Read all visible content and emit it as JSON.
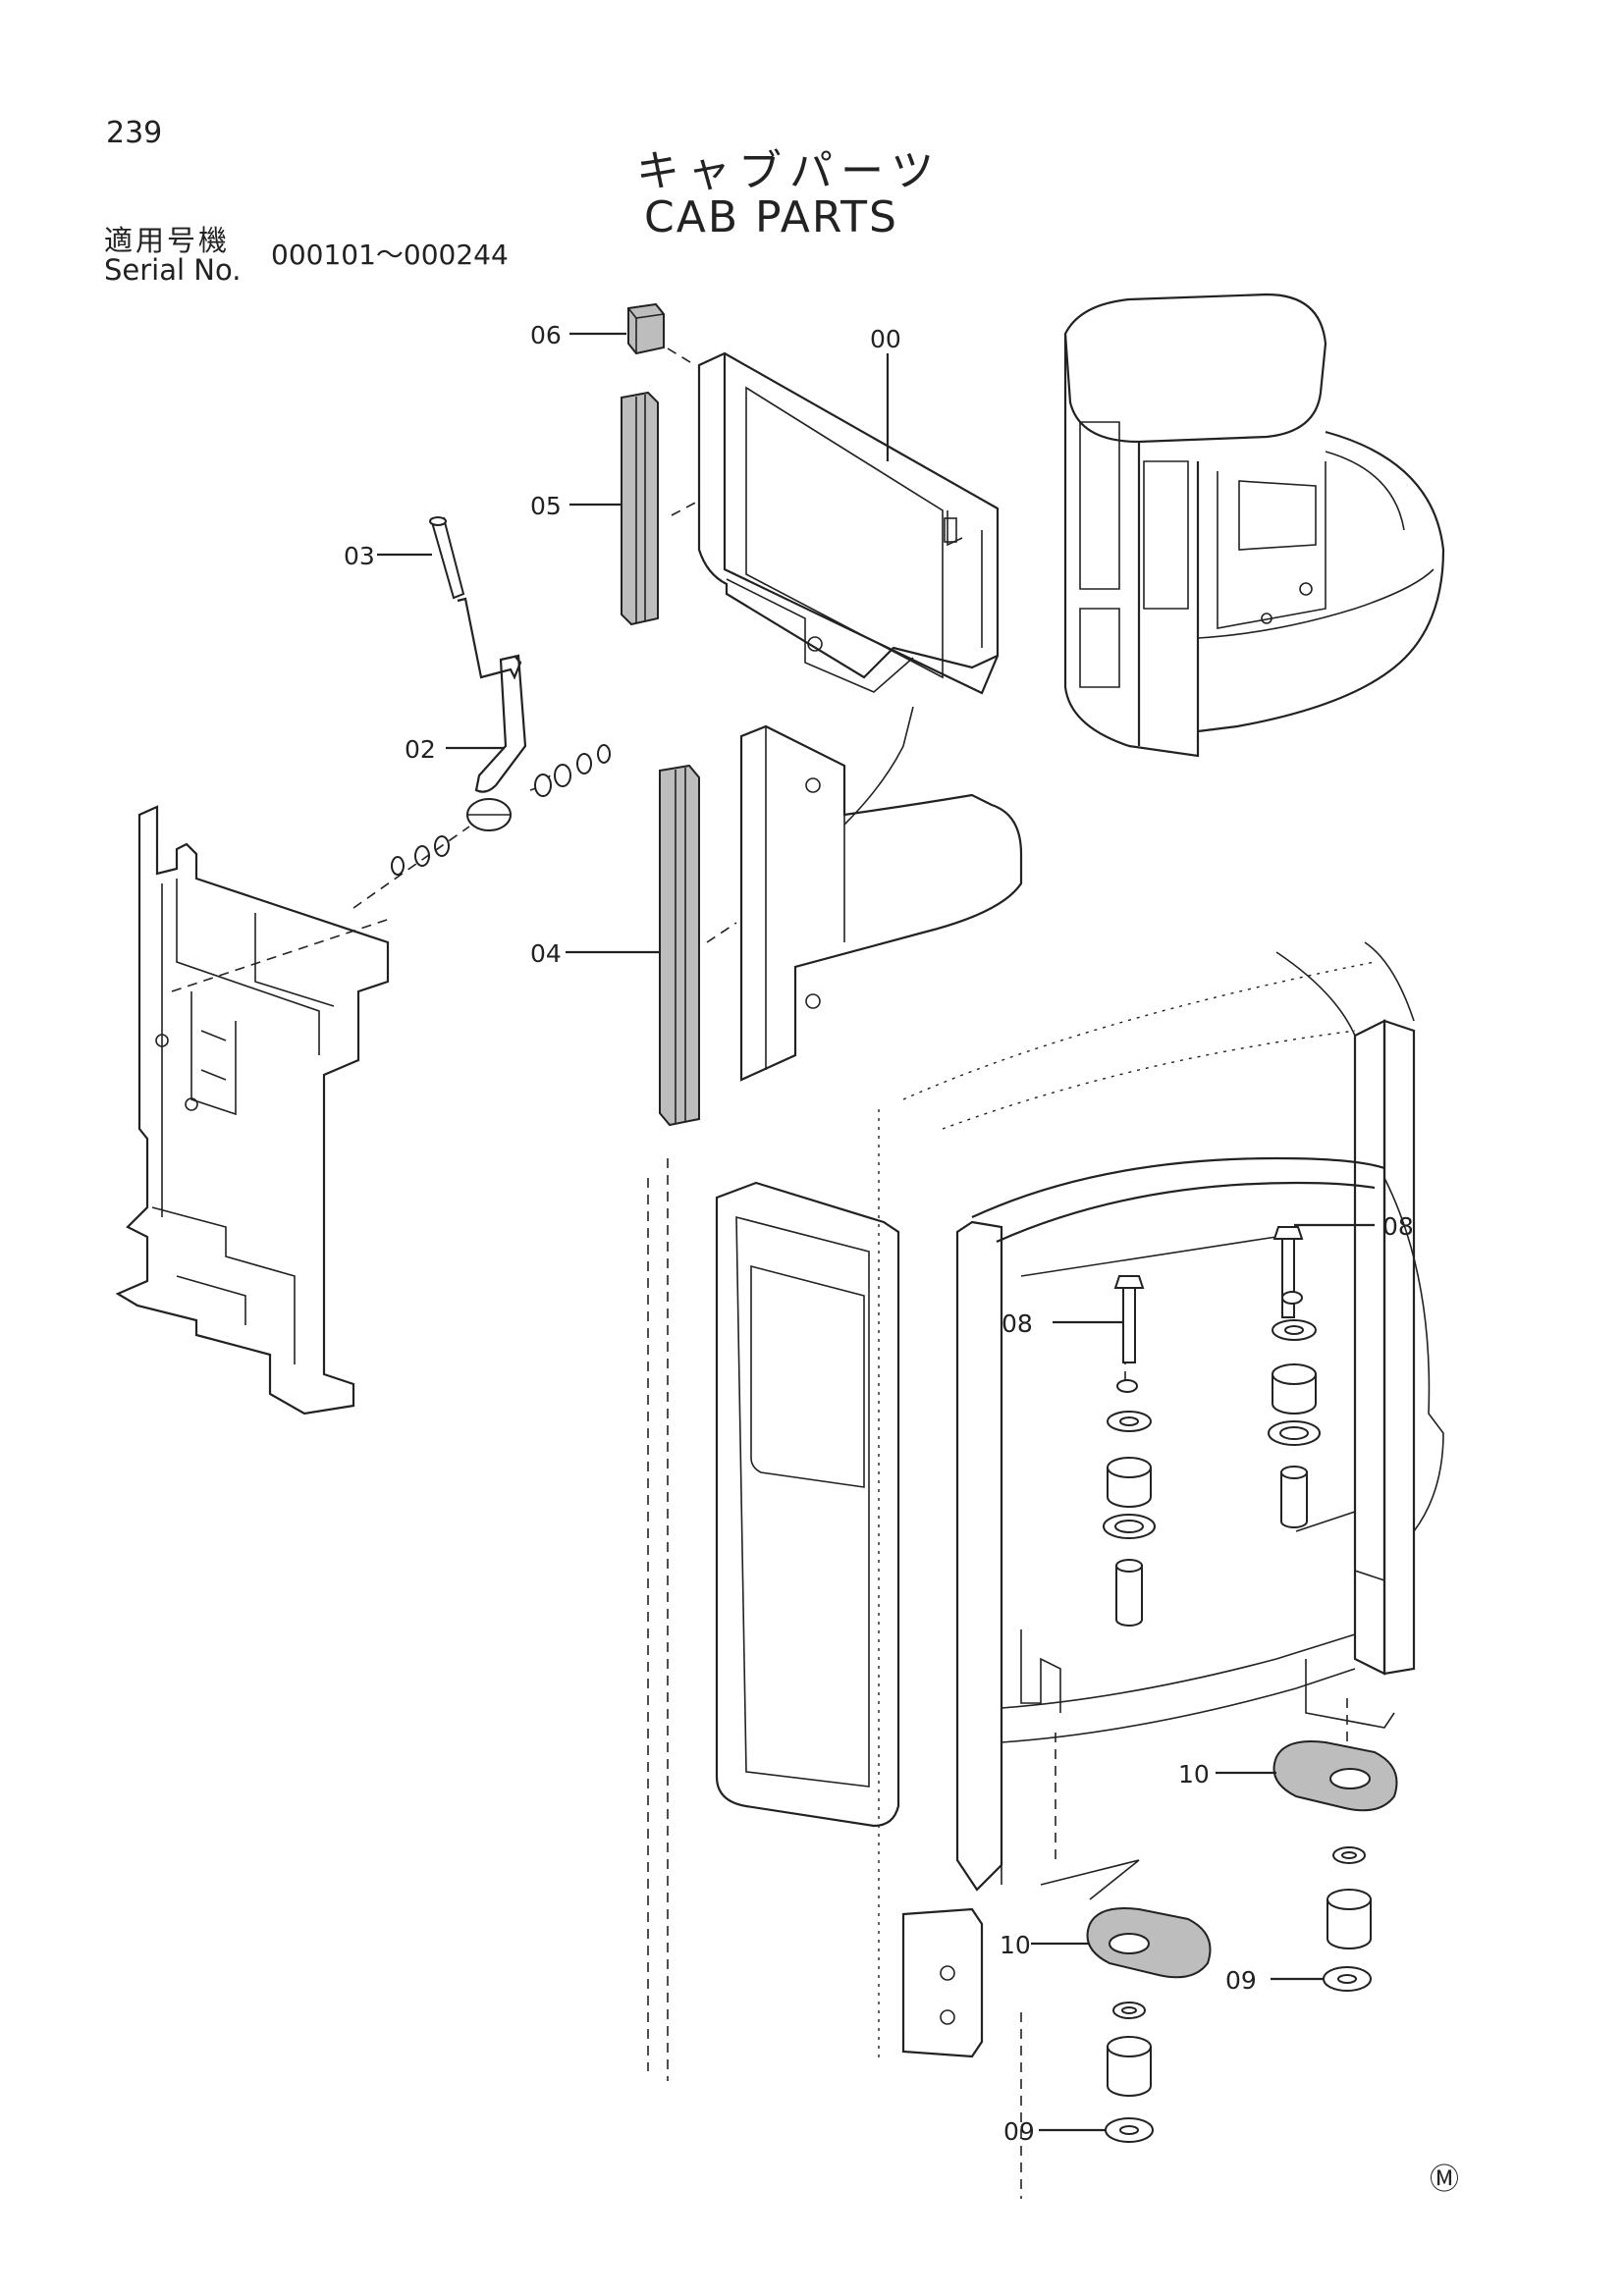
{
  "page": {
    "number": "239"
  },
  "title": {
    "ja": "キャブパーツ",
    "en": "CAB PARTS"
  },
  "serial": {
    "label_ja": "適用号機",
    "label_en": "Serial No.",
    "range": "000101～000244"
  },
  "callouts": [
    {
      "id": "00",
      "label": "00"
    },
    {
      "id": "02",
      "label": "02"
    },
    {
      "id": "03",
      "label": "03"
    },
    {
      "id": "04",
      "label": "04"
    },
    {
      "id": "05",
      "label": "05"
    },
    {
      "id": "06",
      "label": "06"
    },
    {
      "id": "08a",
      "label": "08"
    },
    {
      "id": "08b",
      "label": "08"
    },
    {
      "id": "09a",
      "label": "09"
    },
    {
      "id": "09b",
      "label": "09"
    },
    {
      "id": "10a",
      "label": "10"
    },
    {
      "id": "10b",
      "label": "10"
    }
  ],
  "mark": {
    "symbol": "Ⓜ"
  }
}
